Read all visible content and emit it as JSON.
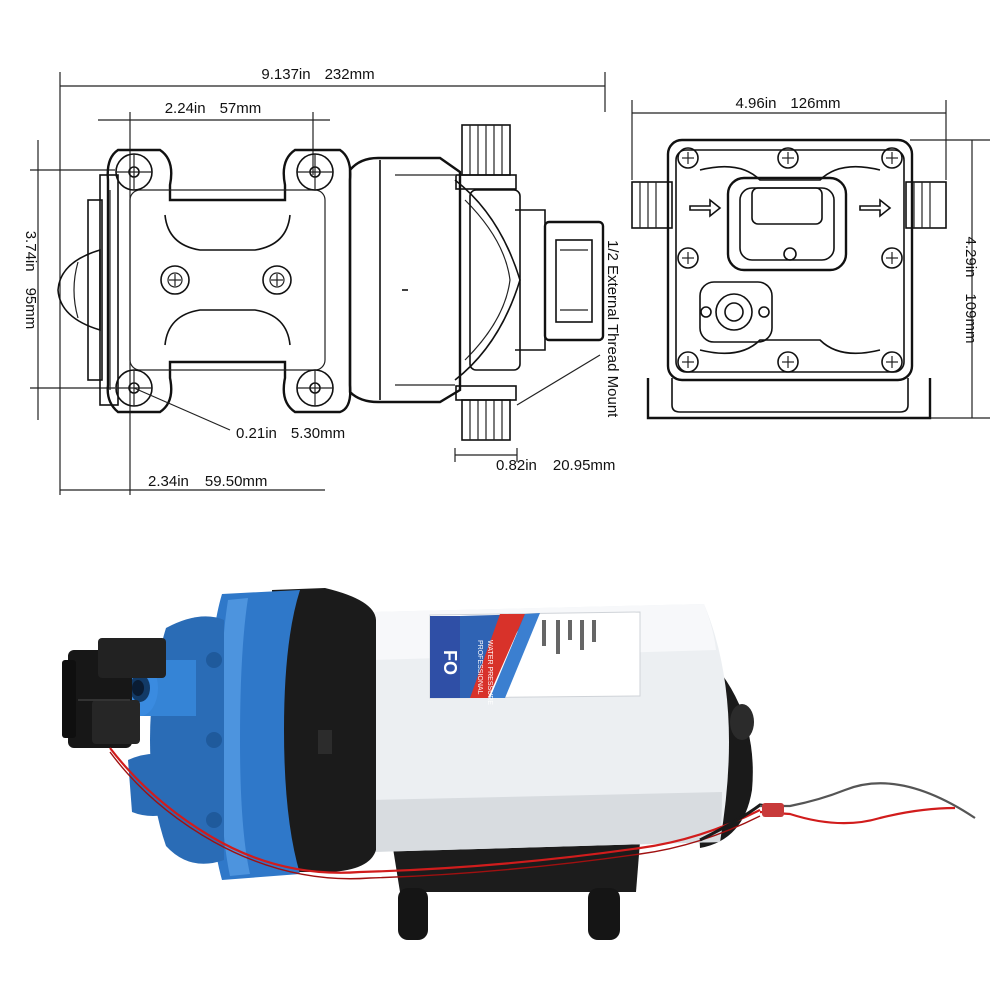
{
  "dimensions": {
    "overall_length": {
      "imperial": "9.137in",
      "metric": "232mm"
    },
    "mount_spacing": {
      "imperial": "2.24in",
      "metric": "57mm"
    },
    "height": {
      "imperial": "3.74in",
      "metric": "95mm"
    },
    "hole_diameter": {
      "imperial": "0.21in",
      "metric": "5.30mm"
    },
    "mount_offset": {
      "imperial": "2.34in",
      "metric": "59.50mm"
    },
    "port_size": {
      "imperial": "0.82in",
      "metric": "20.95mm"
    },
    "thread_note": "1/2 External Thread Mount",
    "end_width": {
      "imperial": "4.96in",
      "metric": "126mm"
    },
    "end_height": {
      "imperial": "4.29in",
      "metric": "109mm"
    }
  },
  "product_label": {
    "brand_fragment": "FO",
    "lines": [
      "PROFESSIONAL",
      "WATER PRESSURE"
    ]
  },
  "colors": {
    "pump_head_blue": "#2f78c9",
    "motor_body": "#eef0f2",
    "label_red": "#d8322a",
    "label_blue": "#2f63b4",
    "wire_red": "#d11c1c",
    "wire_black": "#1a1a1a"
  }
}
